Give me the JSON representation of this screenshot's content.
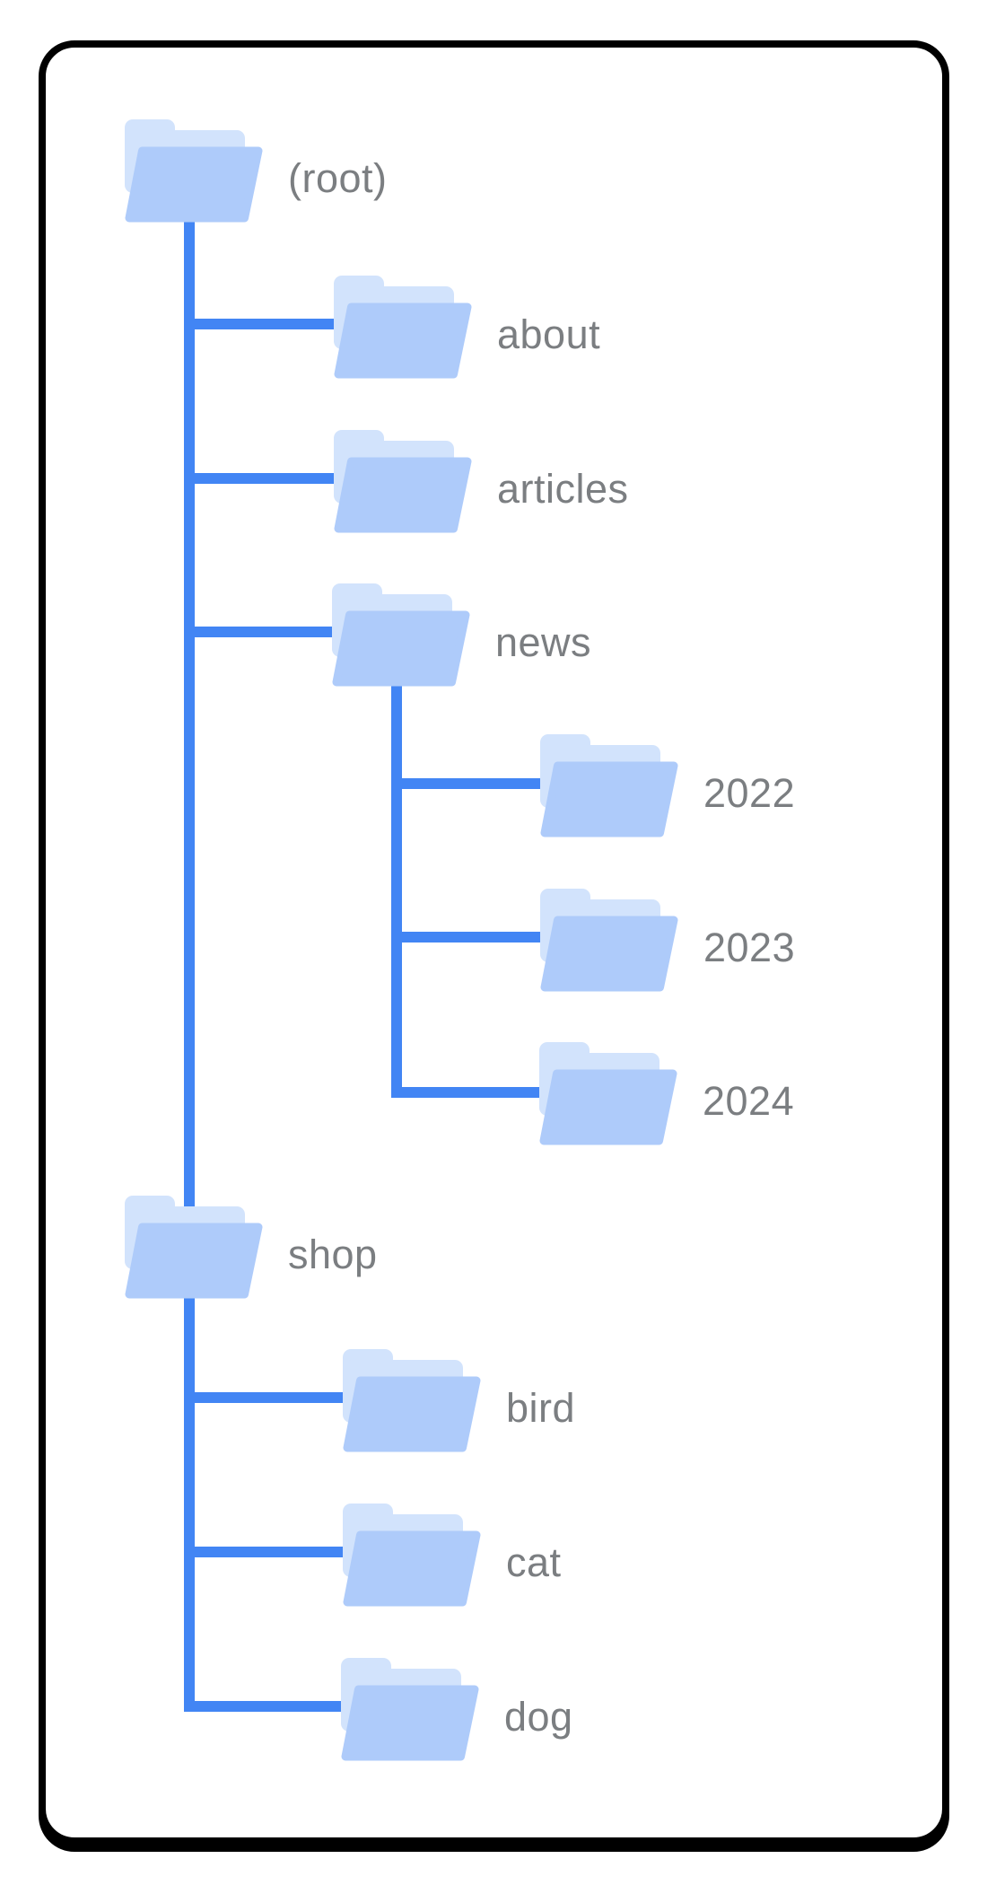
{
  "diagram": {
    "type": "sitemap-folder-tree",
    "card_shape": "rounded-rectangle-black-border-hard-shadow"
  },
  "tree": {
    "nodes": [
      {
        "id": "root",
        "label": "(root)",
        "level": 0,
        "parent": null
      },
      {
        "id": "about",
        "label": "about",
        "level": 1,
        "parent": "(root)"
      },
      {
        "id": "articles",
        "label": "articles",
        "level": 1,
        "parent": "(root)"
      },
      {
        "id": "news",
        "label": "news",
        "level": 1,
        "parent": "(root)"
      },
      {
        "id": "y2022",
        "label": "2022",
        "level": 2,
        "parent": "news"
      },
      {
        "id": "y2023",
        "label": "2023",
        "level": 2,
        "parent": "news"
      },
      {
        "id": "y2024",
        "label": "2024",
        "level": 2,
        "parent": "news"
      },
      {
        "id": "shop",
        "label": "shop",
        "level": 0,
        "parent": "(root)"
      },
      {
        "id": "bird",
        "label": "bird",
        "level": 1,
        "parent": "shop"
      },
      {
        "id": "cat",
        "label": "cat",
        "level": 1,
        "parent": "shop"
      },
      {
        "id": "dog",
        "label": "dog",
        "level": 1,
        "parent": "shop"
      }
    ]
  },
  "icons": {
    "node_icon": "folder-icon"
  },
  "colors": {
    "connector": "#4285f4",
    "folder_front": "#aecbfa",
    "folder_back": "#d2e3fc",
    "label": "#7b7e81",
    "card_border": "#000000",
    "background": "#ffffff"
  }
}
